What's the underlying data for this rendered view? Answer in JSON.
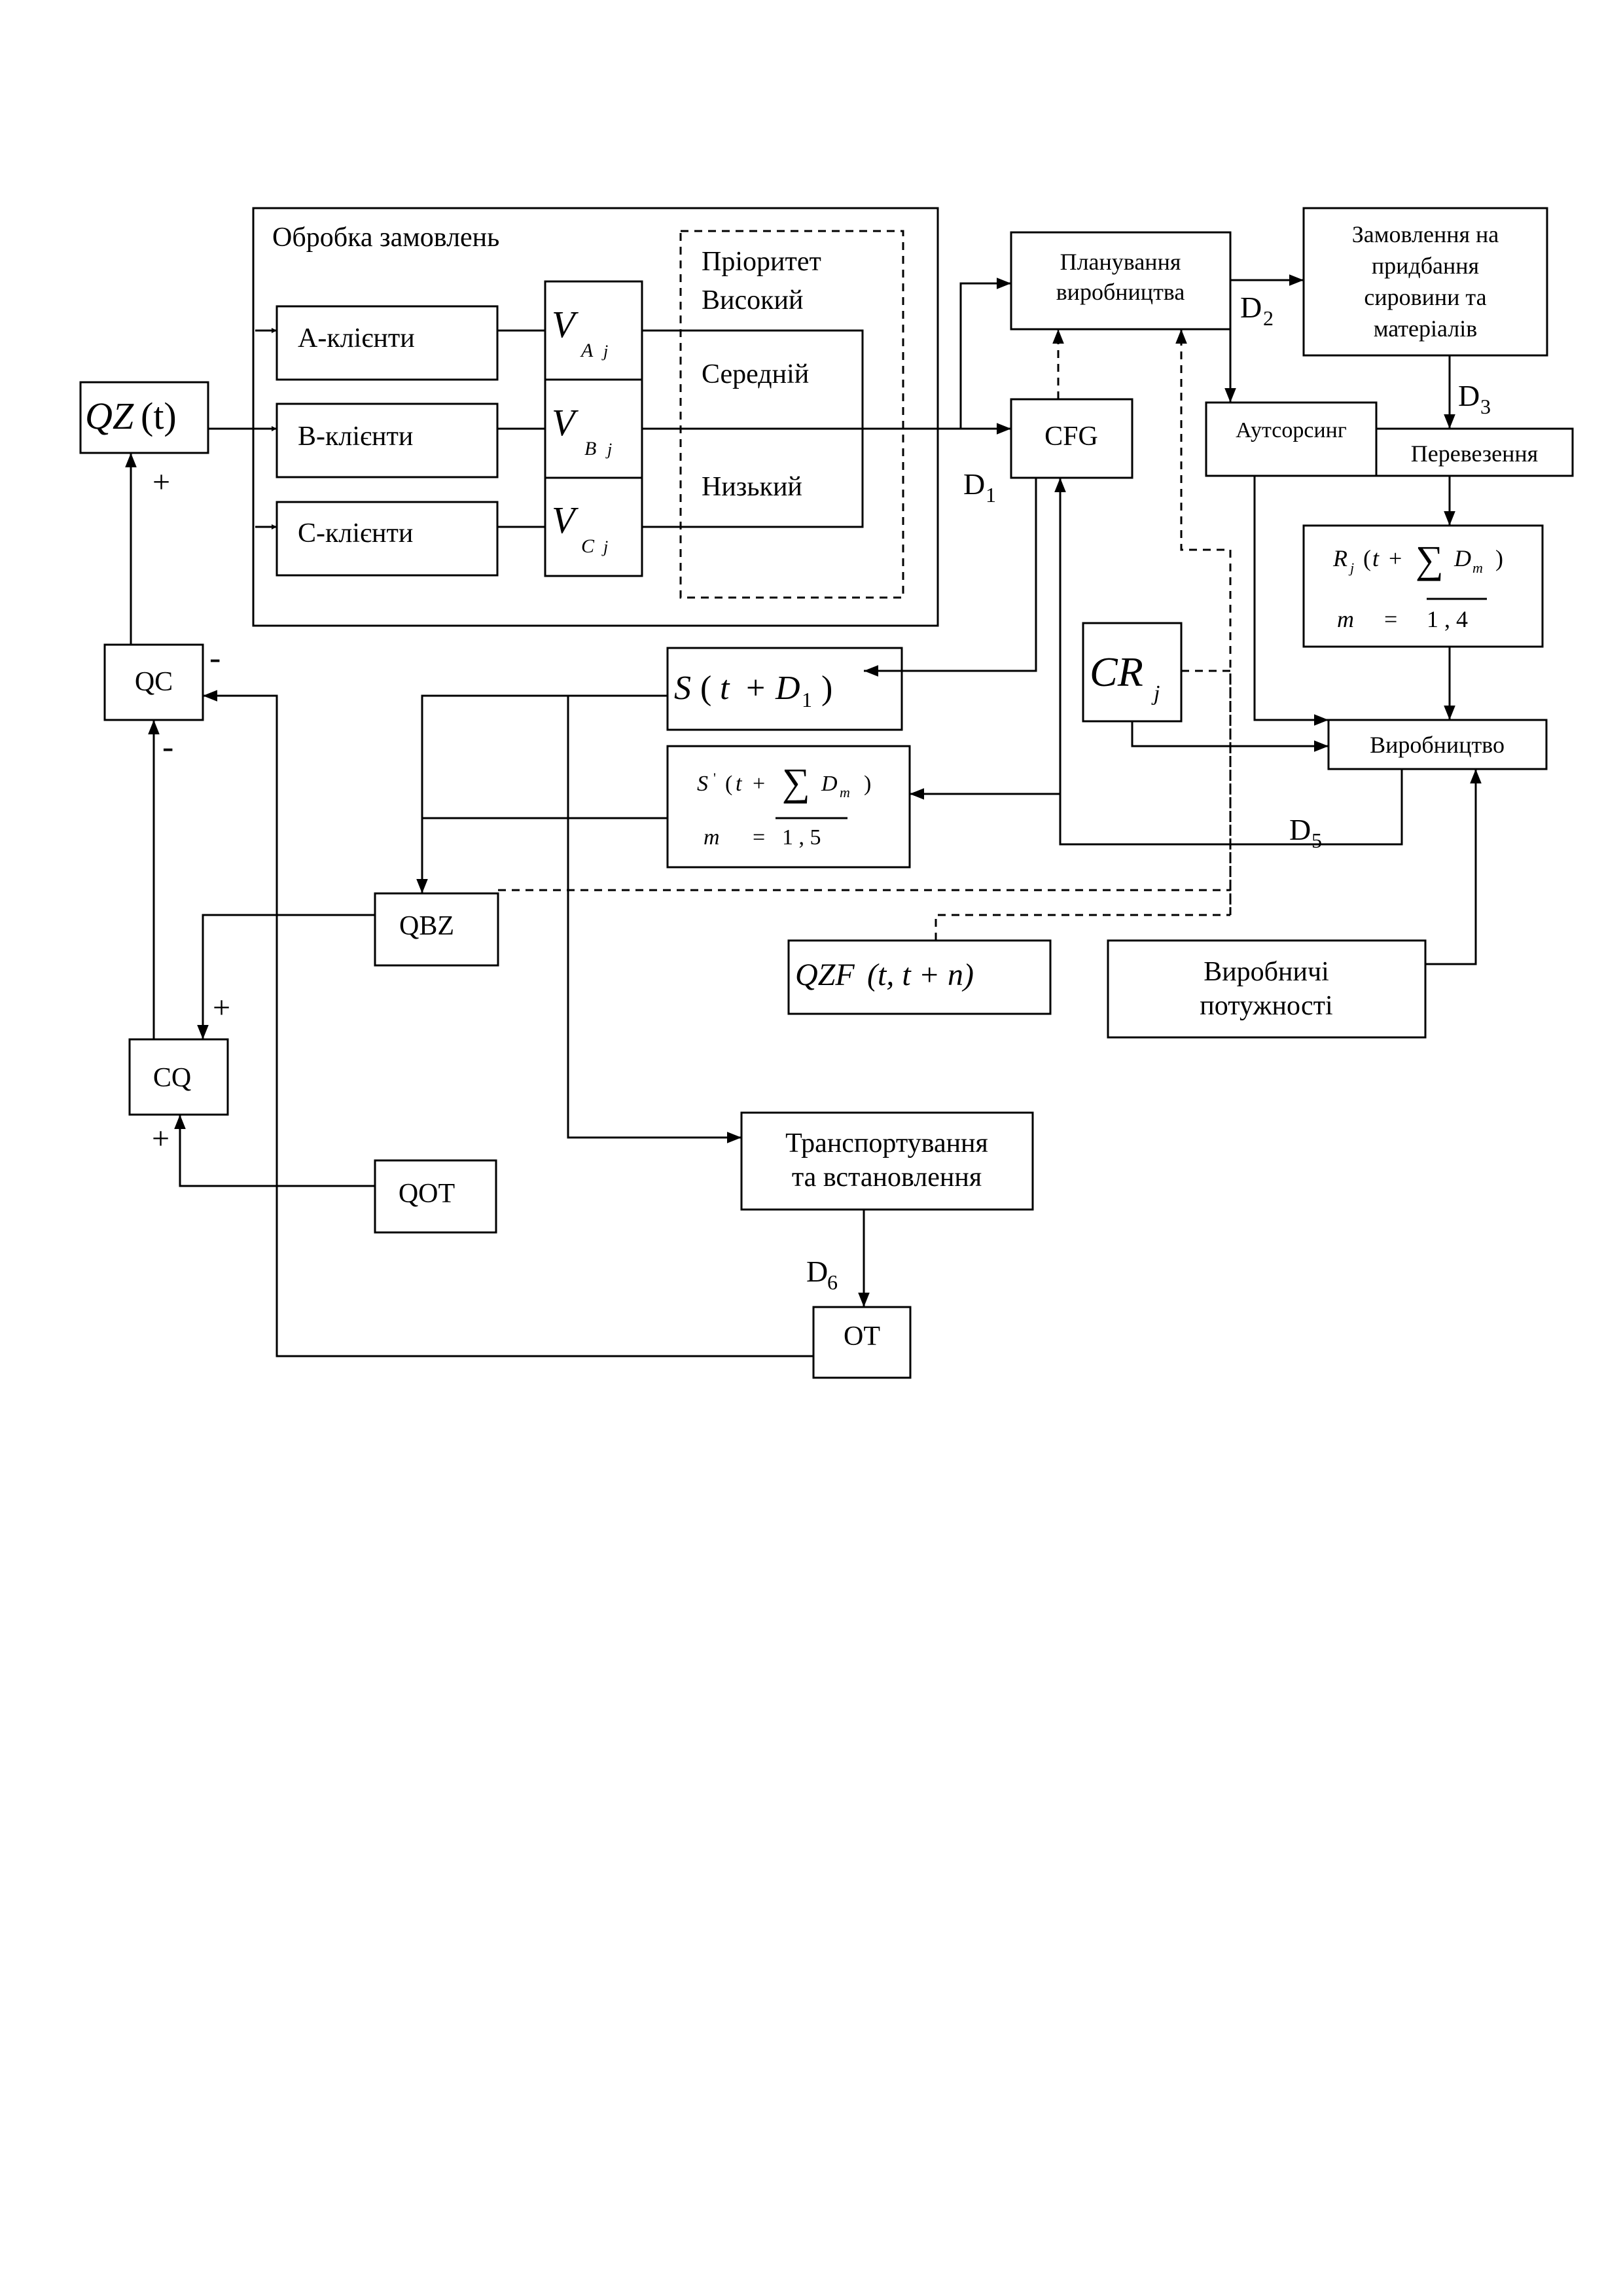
{
  "diagram": {
    "order_processing": {
      "title": "Обробка замовлень",
      "clients": [
        "А-клієнти",
        "В-клієнти",
        "С-клієнти"
      ],
      "v_symbol": "V",
      "v_subscripts": [
        "A",
        "B",
        "C"
      ],
      "index": "j",
      "priority_title": "Пріоритет",
      "priority_levels": [
        "Високий",
        "Середній",
        "Низький"
      ]
    },
    "input": {
      "q": "QZ",
      "arg": "(t)"
    },
    "qc": "QC",
    "qbz": "QBZ",
    "cq": "CQ",
    "qot": "QOT",
    "ot": "OT",
    "cfg": "CFG",
    "planning": [
      "Планування",
      "виробництва"
    ],
    "purchase": [
      "Замовлення на",
      "придбання",
      "сировини та",
      "матеріалів"
    ],
    "outsourcing": "Аутсорсинг",
    "transport": "Перевезення",
    "production": "Виробництво",
    "capacities": [
      "Виробничі",
      "потужності"
    ],
    "installation": [
      "Транспортування",
      "та встановлення"
    ],
    "cr": {
      "main": "CR",
      "sub": "j"
    },
    "qzf": {
      "main": "QZF",
      "args": "(t, t + n)"
    },
    "s1": {
      "s": "S",
      "open": "(",
      "t": "t",
      "plus": "+",
      "d": "D",
      "sub": "1",
      "close": ")"
    },
    "s2": {
      "s": "S",
      "prime": "'",
      "t": "t",
      "plus": "+",
      "sigma": "∑",
      "d": "D",
      "sub": "m",
      "m": "m",
      "eq": "=",
      "range": "1 , 5"
    },
    "r": {
      "r": "R",
      "sub": "j",
      "t": "t",
      "plus": "+",
      "sigma": "∑",
      "d": "D",
      "dsub": "m",
      "m": "m",
      "eq": "=",
      "range": "1 , 4"
    },
    "delays": [
      {
        "d": "D",
        "sub": "1"
      },
      {
        "d": "D",
        "sub": "2"
      },
      {
        "d": "D",
        "sub": "3"
      },
      {
        "d": "D",
        "sub": "5"
      },
      {
        "d": "D",
        "sub": "6"
      }
    ],
    "signs": {
      "qz_plus": "+",
      "qc_minus_top": "-",
      "qc_minus_bottom": "-",
      "cq_plus_right": "+",
      "cq_plus_bottom": "+"
    }
  }
}
